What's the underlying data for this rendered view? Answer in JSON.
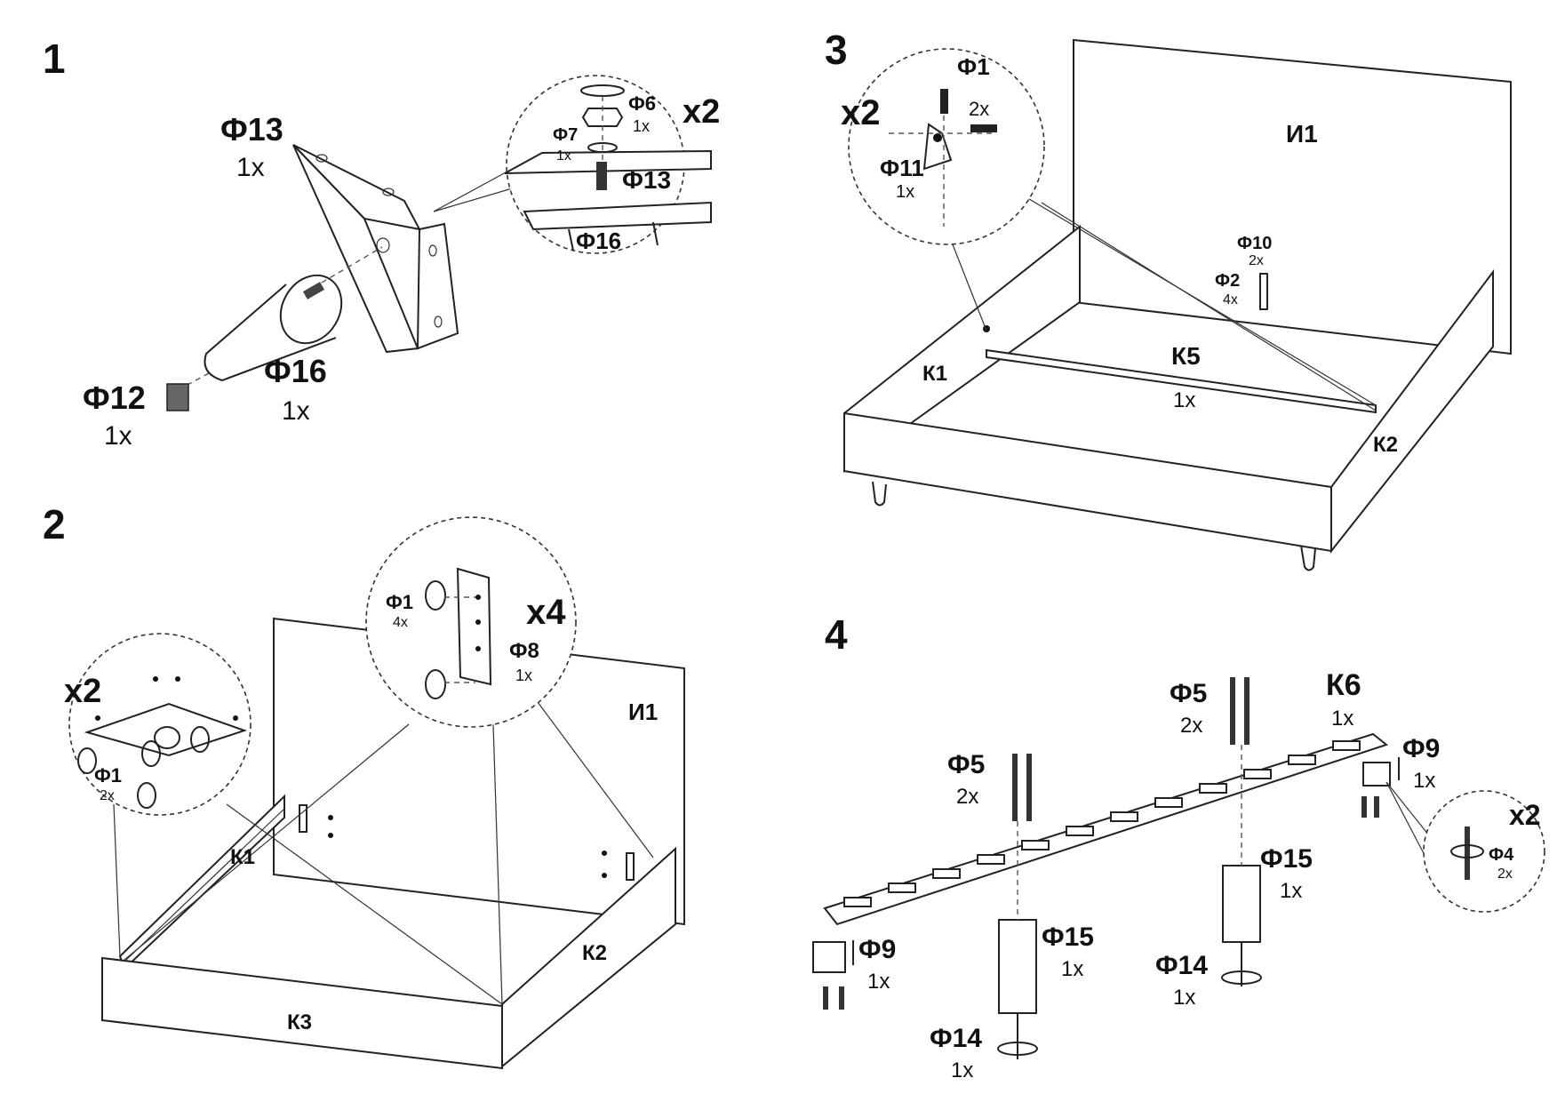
{
  "steps": [
    {
      "number": "1",
      "multiplier": "x2",
      "labels": {
        "f13_bracket": "Ф13",
        "f13_bracket_qty": "1x",
        "f16_leg": "Ф16",
        "f16_leg_qty": "1x",
        "f12_pad": "Ф12",
        "f12_pad_qty": "1x",
        "f6": "Ф6",
        "f6_qty": "1x",
        "f7": "Ф7",
        "f7_qty": "1x",
        "f13_bolt": "Ф13",
        "f16_detail": "Ф16"
      }
    },
    {
      "number": "2",
      "multiplier_left": "x2",
      "multiplier_right": "x4",
      "labels": {
        "f1_left": "Ф1",
        "f1_left_qty": "2x",
        "f1_right": "Ф1",
        "f1_right_qty": "4x",
        "f8": "Ф8",
        "f8_qty": "1x",
        "i1": "И1",
        "k1": "К1",
        "k2": "К2",
        "k3": "К3"
      }
    },
    {
      "number": "3",
      "multiplier": "x2",
      "labels": {
        "f1": "Ф1",
        "f1_qty": "2x",
        "f11": "Ф11",
        "f11_qty": "1x",
        "f10": "Ф10",
        "f10_qty": "2x",
        "f2": "Ф2",
        "f2_qty": "4x",
        "i1": "И1",
        "k1": "К1",
        "k2": "К2",
        "k5": "К5",
        "k5_qty": "1x"
      }
    },
    {
      "number": "4",
      "multiplier": "x2",
      "labels": {
        "k6": "К6",
        "k6_qty": "1x",
        "f5_right": "Ф5",
        "f5_right_qty": "2x",
        "f5_left": "Ф5",
        "f5_left_qty": "2x",
        "f9_right": "Ф9",
        "f9_right_qty": "1x",
        "f9_left": "Ф9",
        "f9_left_qty": "1x",
        "f4": "Ф4",
        "f4_qty": "2x",
        "f15_left": "Ф15",
        "f15_left_qty": "1x",
        "f15_right": "Ф15",
        "f15_right_qty": "1x",
        "f14_left": "Ф14",
        "f14_left_qty": "1x",
        "f14_right": "Ф14",
        "f14_right_qty": "1x"
      }
    }
  ]
}
